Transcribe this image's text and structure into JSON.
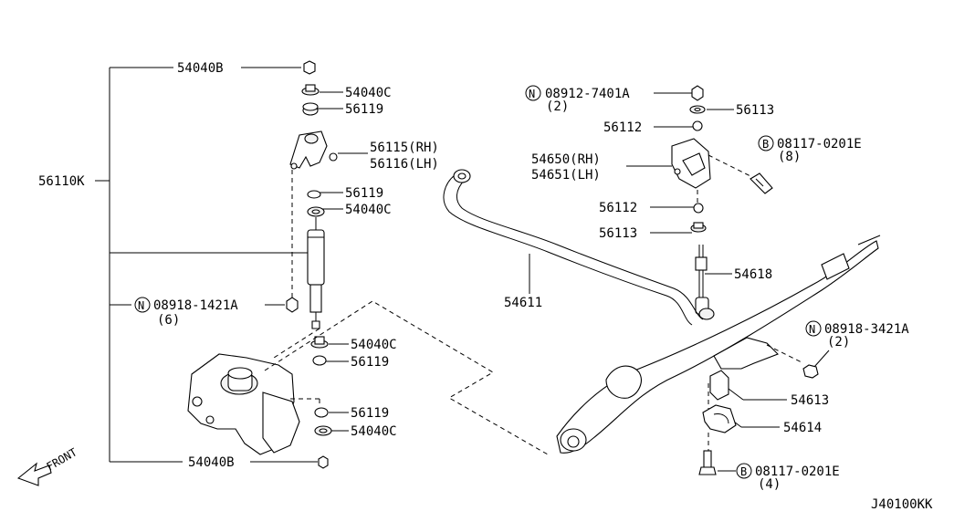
{
  "diagram_id": "J40100KK",
  "front_label": "FRONT",
  "labels": {
    "p54040B_top": "54040B",
    "p54040C_1": "54040C",
    "p56119_1": "56119",
    "p56115": "56115(RH)",
    "p56116": "56116(LH)",
    "p56110K": "56110K",
    "p56119_2": "56119",
    "p54040C_2": "54040C",
    "nut_08918_1421A": "08918-1421A",
    "qty_6": "(6)",
    "p54040C_3": "54040C",
    "p56119_3": "56119",
    "p56119_4": "56119",
    "p54040C_4": "54040C",
    "p54040B_bot": "54040B",
    "nut_08912_7401A": "08912-7401A",
    "qty_2a": "(2)",
    "p56113_1": "56113",
    "p56112_1": "56112",
    "bolt_08117_0201E_a": "08117-0201E",
    "qty_8": "(8)",
    "p54650": "54650(RH)",
    "p54651": "54651(LH)",
    "p56112_2": "56112",
    "p56113_2": "56113",
    "p54618": "54618",
    "p54611": "54611",
    "nut_08918_3421A": "08918-3421A",
    "qty_2b": "(2)",
    "p54613": "54613",
    "p54614": "54614",
    "bolt_08117_0201E_b": "08117-0201E",
    "qty_4": "(4)",
    "circle_N": "N",
    "circle_B": "B"
  }
}
